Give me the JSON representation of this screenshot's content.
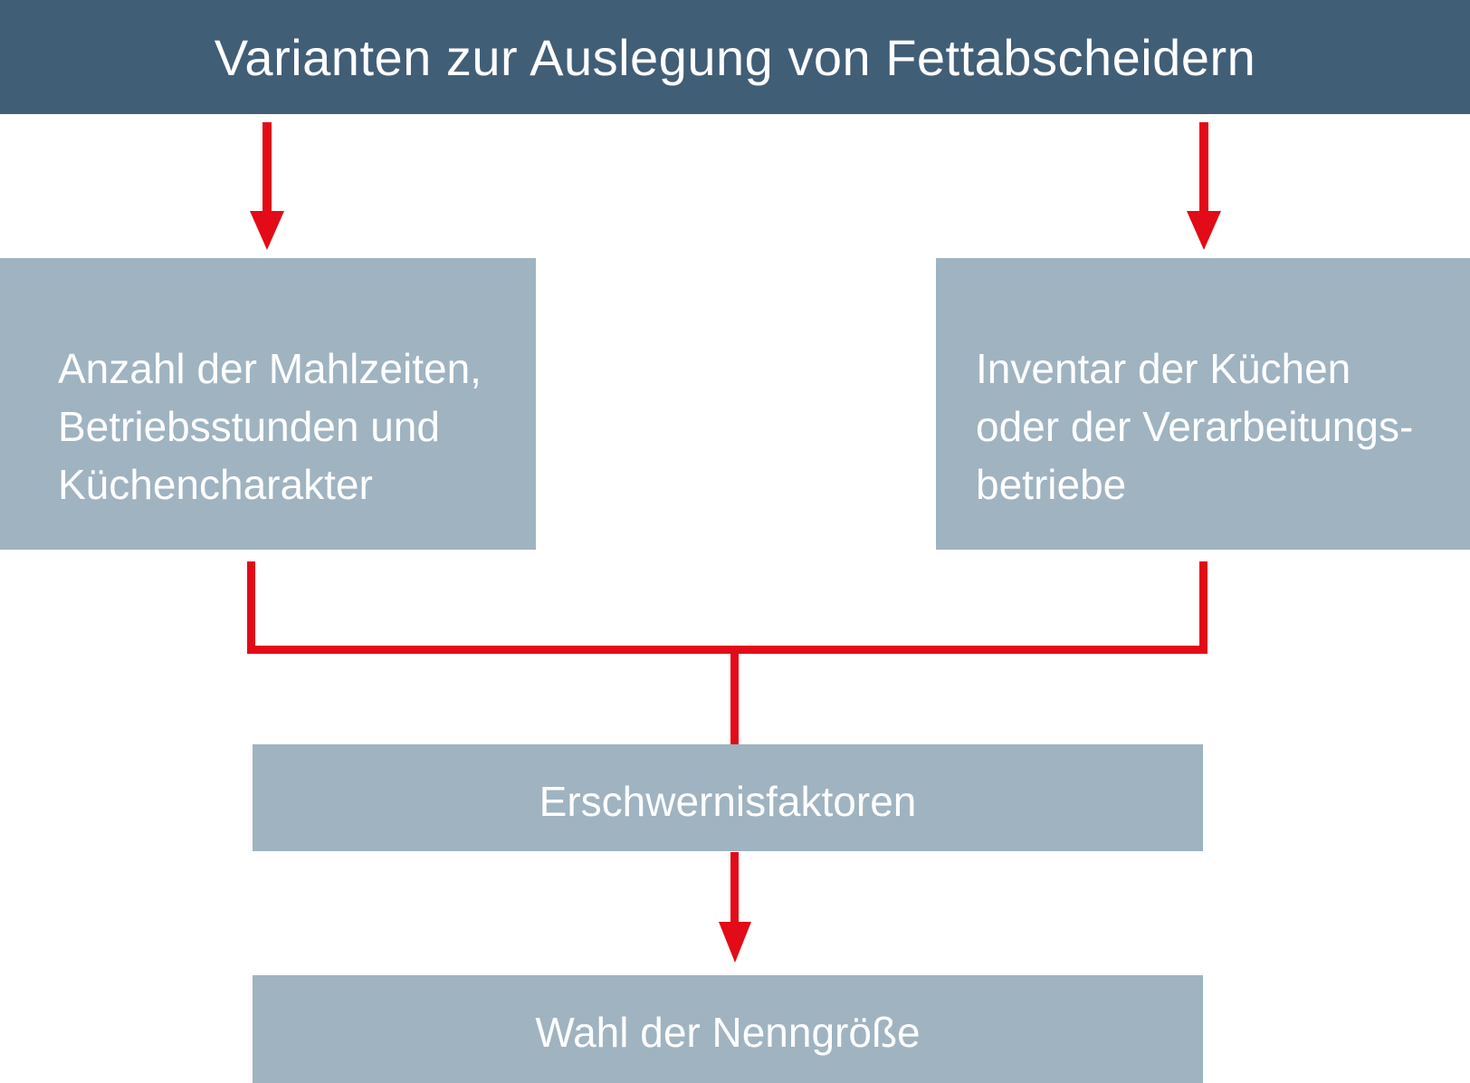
{
  "title": "Varianten zur Auslegung von Fettabscheidern",
  "colors": {
    "header_bg": "#415E77",
    "box_bg": "#9FB3C1",
    "arrow_red": "#E20B17",
    "text_white": "#FFFFFF"
  },
  "boxes": {
    "meals": {
      "lines": [
        "Anzahl der Mahlzeiten,",
        "Betriebsstunden und",
        "Küchencharakter"
      ]
    },
    "inventory": {
      "lines": [
        "Inventar der Küchen",
        "oder der Verarbeitungs-",
        "betriebe"
      ]
    },
    "factors": {
      "label": "Erschwernisfaktoren"
    },
    "choice": {
      "label": "Wahl der Nenngröße"
    }
  }
}
